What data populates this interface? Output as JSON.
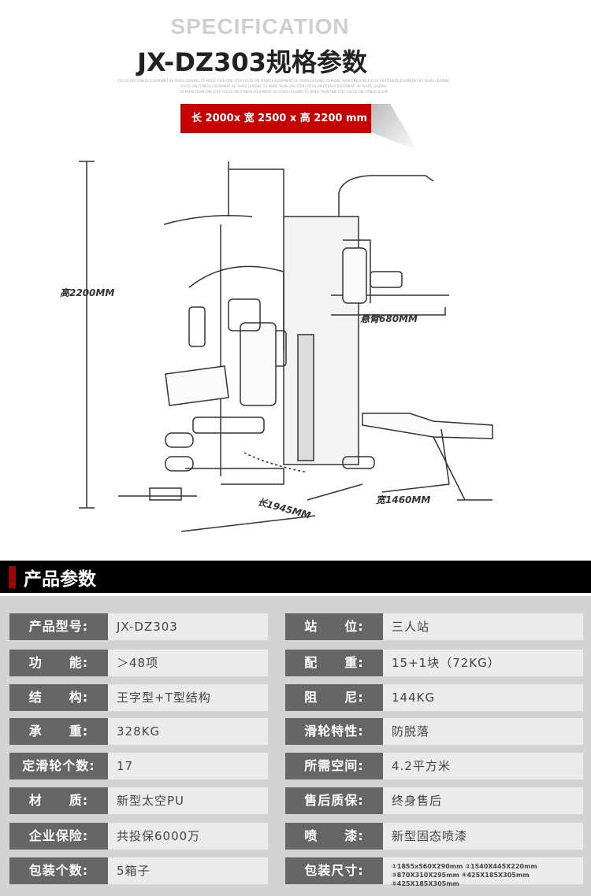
{
  "header": {
    "subtitle": "SPECIFICATION",
    "title": "JX-DZ303规格参数",
    "tagline": [
      "FOCUS ON FITNESS EQUIPMENT 40 YEARS LEADING TO MORE THAN ONE STEP FOCUS ON FITNESS EQUIPMENT 40 YEARS LEADING TO MORE THAN ONE STEP FOCUS ON FITNESS EQUIPMENT 40 YEARS LEADING",
      "FOCUS ON FITNESS EQUIPMENT 40 YEARS LEADING TO MORE THAN ONE STEP FOCUS ON FITNESS EQUIPMENT 40 YEARS LEADING",
      "TO MORE THAN ONE STEP FOCUS ON FITNESS EQUIPMENT 40 YEARS LEADING TO MORE THAN ONE STEP FOCUS ON FITNESS EQUIP"
    ],
    "dimensions_banner": "长 2000x 宽 2500 x 高 2200 mm"
  },
  "diagram": {
    "height": "高2200MM",
    "arm": "悬臂680MM",
    "length": "长1945MM",
    "width": "宽1460MM"
  },
  "section": {
    "title": "产品参数"
  },
  "params": [
    {
      "left": {
        "label": "产品型号:",
        "value": "JX-DZ303"
      },
      "right": {
        "label": "站　　位:",
        "value": "三人站"
      }
    },
    {
      "left": {
        "label": "功　　能:",
        "value": "＞48项"
      },
      "right": {
        "label": "配　　重:",
        "value": "15+1块（72KG）"
      }
    },
    {
      "left": {
        "label": "结　　构:",
        "value": "王字型+T型结构"
      },
      "right": {
        "label": "阻　　尼:",
        "value": "144KG"
      }
    },
    {
      "left": {
        "label": "承　　重:",
        "value": "328KG"
      },
      "right": {
        "label": "滑轮特性:",
        "value": "防脱落"
      }
    },
    {
      "left": {
        "label": "定滑轮个数:",
        "value": "17"
      },
      "right": {
        "label": "所需空间:",
        "value": "4.2平方米"
      }
    },
    {
      "left": {
        "label": "材　　质:",
        "value": "新型太空PU"
      },
      "right": {
        "label": "售后质保:",
        "value": "终身售后"
      }
    },
    {
      "left": {
        "label": "企业保险:",
        "value": "共投保6000万"
      },
      "right": {
        "label": "喷　　漆:",
        "value": "新型固态喷漆"
      }
    },
    {
      "left": {
        "label": "包装个数:",
        "value": "5箱子"
      },
      "right": {
        "label": "包装尺寸:",
        "value": "①1855x560X290mm ②1540X445X220mm ③870X310X295mm ④425X185X305mm ⑤425X185X305mm"
      }
    }
  ]
}
